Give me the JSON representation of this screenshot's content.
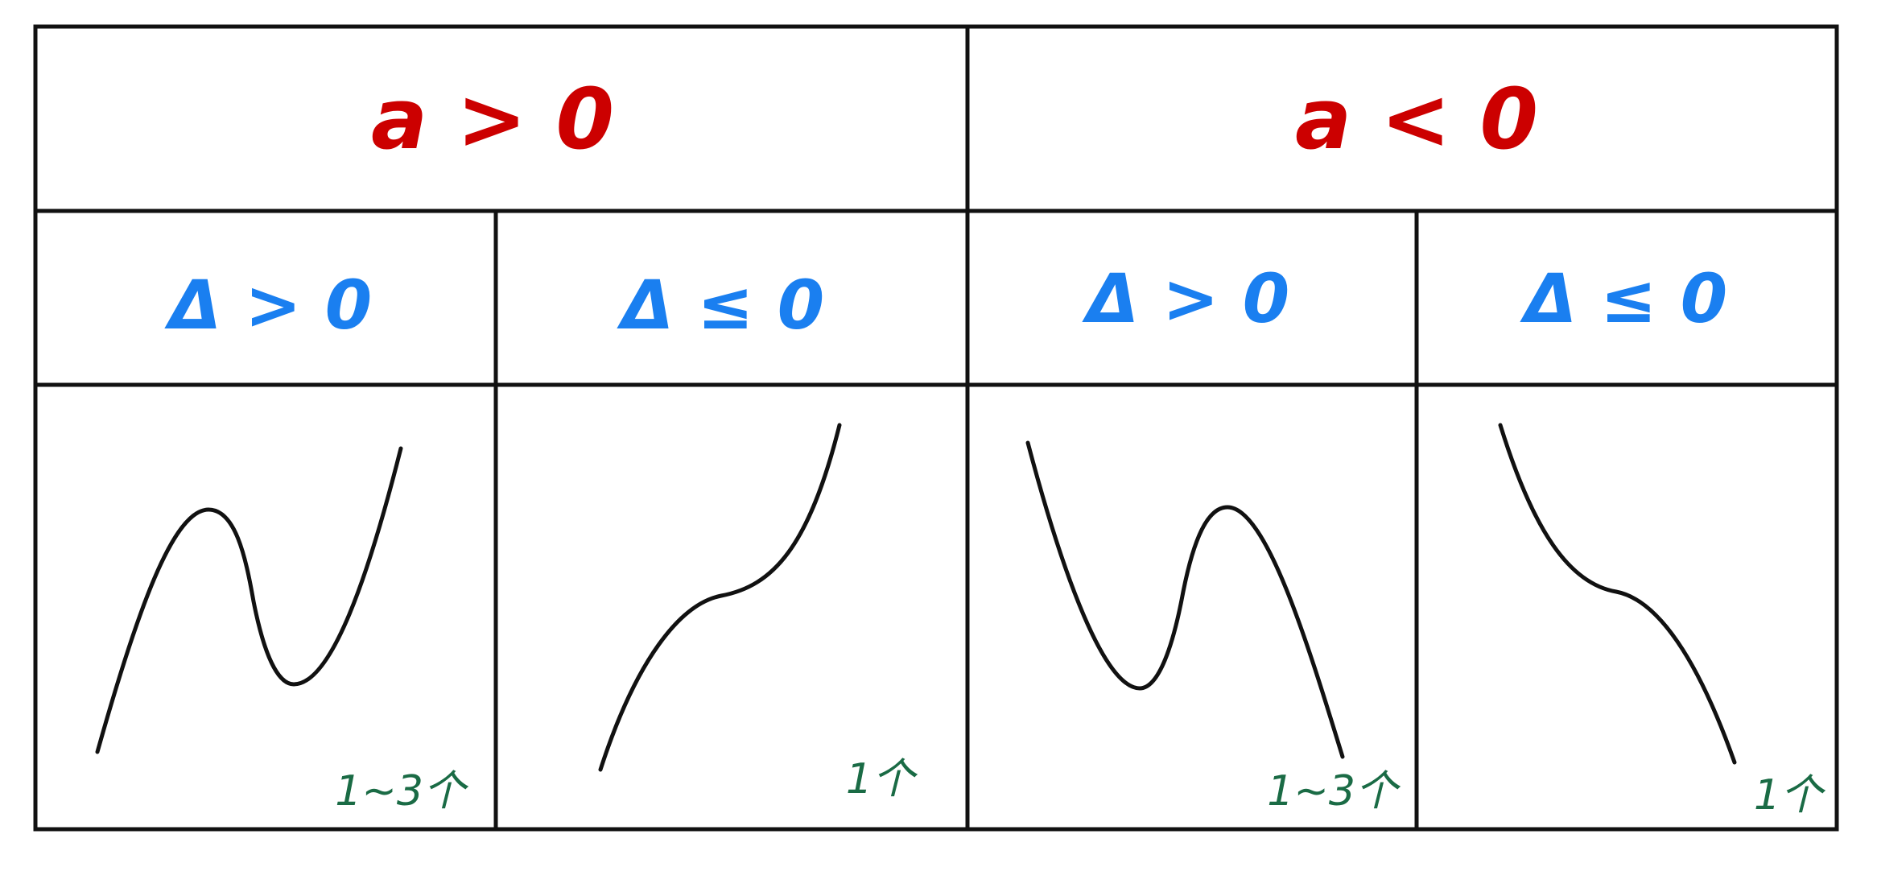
{
  "colors": {
    "header": "#cc0000",
    "condition": "#1a7ff0",
    "count": "#1a6b45",
    "line": "#111111"
  },
  "headers": [
    {
      "label": "a > 0"
    },
    {
      "label": "a < 0"
    }
  ],
  "conditions": [
    {
      "label": "Δ > 0"
    },
    {
      "label": "Δ ≤ 0"
    },
    {
      "label": "Δ > 0"
    },
    {
      "label": "Δ ≤ 0"
    }
  ],
  "curves": [
    {
      "shape": "increasing-with-two-turns",
      "count": "1~3个"
    },
    {
      "shape": "increasing-monotone",
      "count": "1个"
    },
    {
      "shape": "decreasing-with-two-turns",
      "count": "1~3个"
    },
    {
      "shape": "decreasing-monotone",
      "count": "1个"
    }
  ]
}
